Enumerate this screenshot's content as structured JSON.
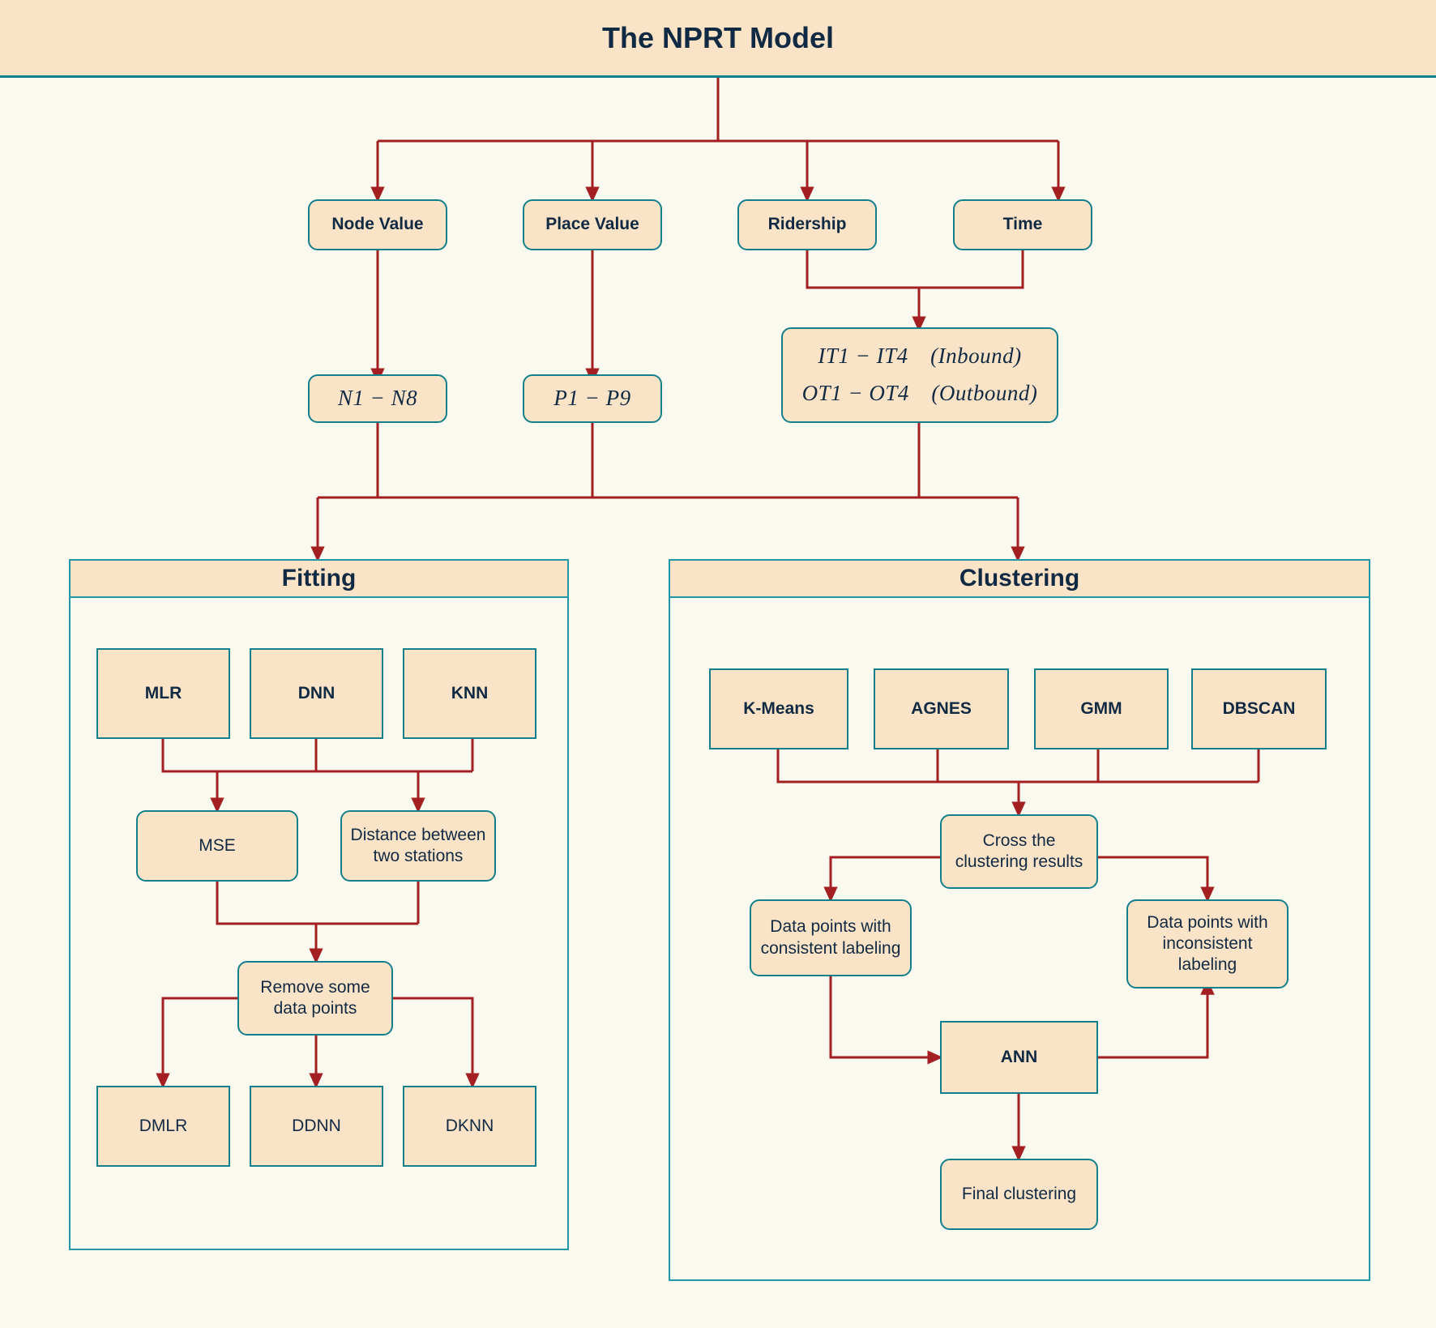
{
  "header": {
    "title": "The NPRT Model"
  },
  "colors": {
    "page_background": "#faf9ef",
    "node_fill": "#fbe3c7",
    "node_border": "#12808a",
    "subgraph_border": "#2196a8",
    "edge": "#a31f22",
    "text": "#102a43"
  },
  "inputs": [
    {
      "id": "node-value",
      "label": "Node Value"
    },
    {
      "id": "place-value",
      "label": "Place Value"
    },
    {
      "id": "ridership",
      "label": "Ridership"
    },
    {
      "id": "time",
      "label": "Time"
    }
  ],
  "variables": [
    {
      "id": "n-range",
      "label": "N1 − N8"
    },
    {
      "id": "p-range",
      "label": "P1 − P9"
    }
  ],
  "time_box": {
    "id": "time-codes",
    "line1": "IT1 − IT4 (Inbound)",
    "line2": "OT1 − OT4 (Outbound)"
  },
  "fitting": {
    "title": "Fitting",
    "methods": [
      {
        "id": "mlr",
        "label": "MLR"
      },
      {
        "id": "dnn",
        "label": "DNN"
      },
      {
        "id": "knn",
        "label": "KNN"
      }
    ],
    "metrics": [
      {
        "id": "mse",
        "label": "MSE"
      },
      {
        "id": "distance",
        "label": "Distance between two stations"
      }
    ],
    "remove": {
      "id": "remove-points",
      "label": "Remove some data points"
    },
    "outputs": [
      {
        "id": "dmlr",
        "label": "DMLR"
      },
      {
        "id": "ddnn",
        "label": "DDNN"
      },
      {
        "id": "dknn",
        "label": "DKNN"
      }
    ]
  },
  "clustering": {
    "title": "Clustering",
    "algorithms": [
      {
        "id": "kmeans",
        "label": "K-Means"
      },
      {
        "id": "agnes",
        "label": "AGNES"
      },
      {
        "id": "gmm",
        "label": "GMM"
      },
      {
        "id": "dbscan",
        "label": "DBSCAN"
      }
    ],
    "cross": {
      "id": "cross-results",
      "label": "Cross the clustering results"
    },
    "consistent": {
      "id": "consistent-labeling",
      "label": "Data points with consistent labeling"
    },
    "inconsistent": {
      "id": "inconsistent-labeling",
      "label": "Data points with inconsistent labeling"
    },
    "ann": {
      "id": "ann",
      "label": "ANN"
    },
    "final": {
      "id": "final-clustering",
      "label": "Final clustering"
    }
  }
}
